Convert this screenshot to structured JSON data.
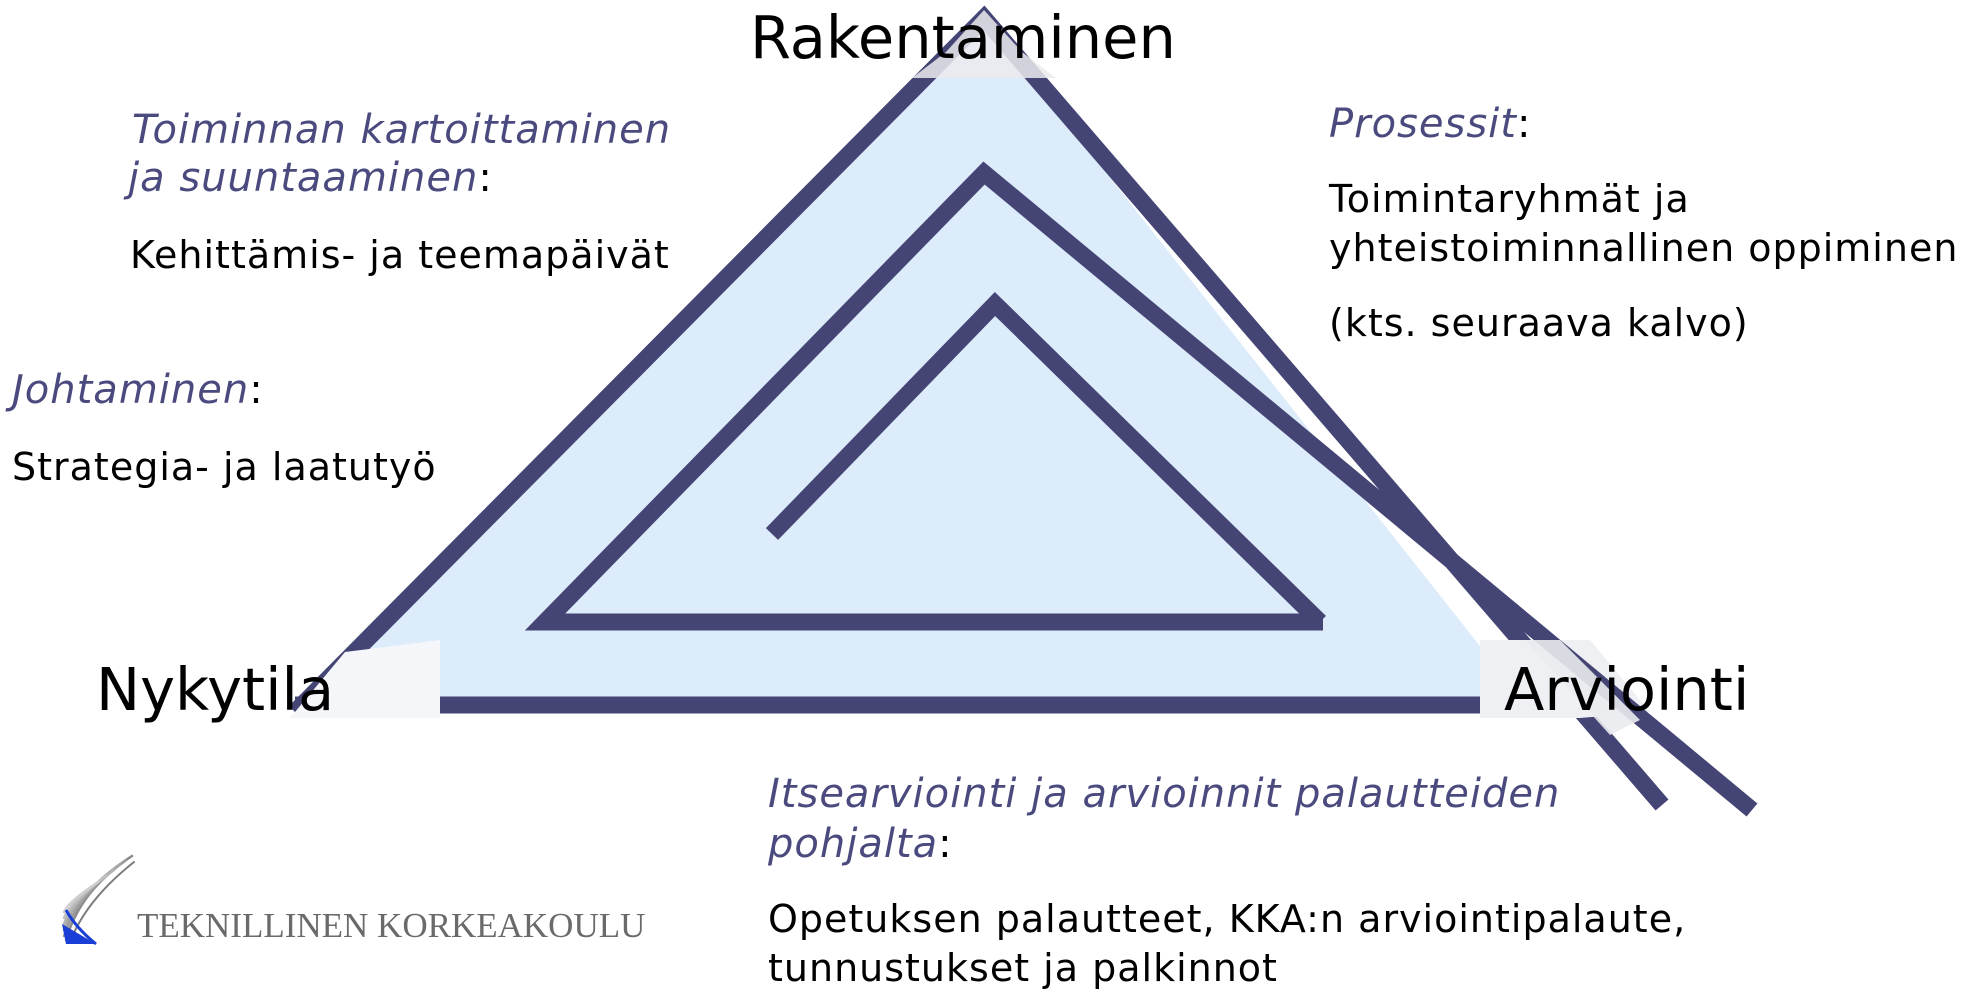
{
  "colors": {
    "accent_fill": "#dcecfb",
    "line": "#454575",
    "italic_heading": "#4a4a7e",
    "logo_blue": "#1a3fd6"
  },
  "vertices": {
    "top": "Rakentaminen",
    "left": "Nykytila",
    "right": "Arviointi"
  },
  "sections": {
    "toiminta": {
      "heading_line1": "Toiminnan kartoittaminen",
      "heading_line2": "ja suuntaaminen",
      "colon": ":",
      "body": "Kehittämis- ja teemapäivät"
    },
    "johtaminen": {
      "heading": "Johtaminen",
      "colon": ":",
      "body": "Strategia- ja laatutyö"
    },
    "prosessit": {
      "heading": "Prosessit",
      "colon": ":",
      "body_line1": "Toimintaryhmät ja",
      "body_line2": "yhteistoiminnallinen oppiminen",
      "note": "(kts. seuraava kalvo)"
    },
    "itsearviointi": {
      "heading_line1": "Itsearviointi ja arvioinnit palautteiden",
      "heading_line2": "pohjalta",
      "colon": ":",
      "body_line1": "Opetuksen palautteet, KKA:n arviointipalaute,",
      "body_line2": "tunnustukset ja palkinnot"
    }
  },
  "logo": {
    "icon": "wing-feather-icon",
    "text": "TEKNILLINEN KORKEAKOULU"
  }
}
